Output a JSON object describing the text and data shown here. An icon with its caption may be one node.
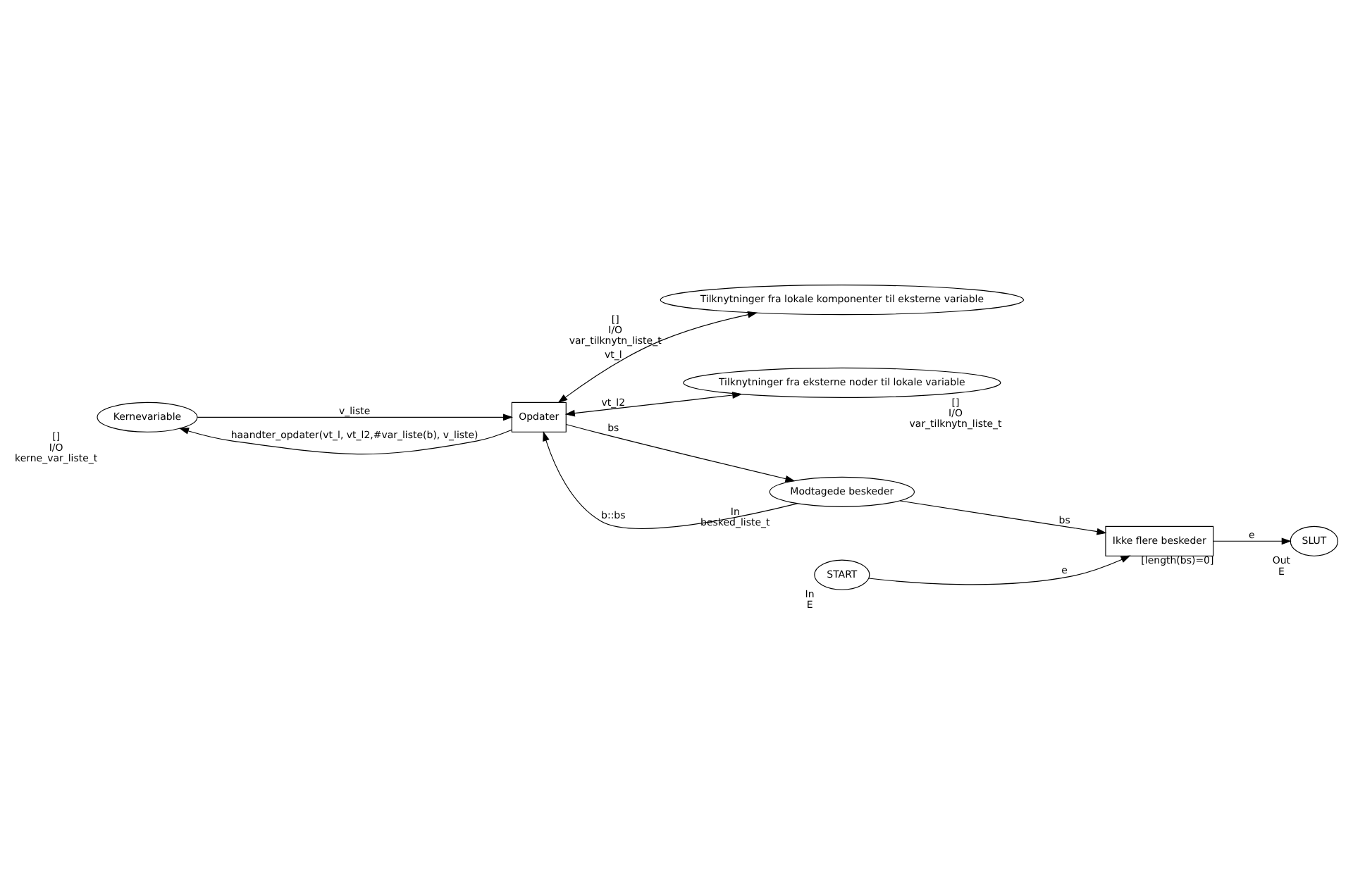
{
  "diagram": {
    "nodes": [
      {
        "text": [
          "Kernevariable"
        ],
        "beside": [
          "[]",
          "I/O",
          "kerne_var_liste_t"
        ]
      },
      {
        "text": [
          "Tilknytninger fra lokale komponenter til eksterne variable"
        ],
        "beside": [
          "[]",
          "I/O",
          "var_tilknytn_liste_t"
        ]
      },
      {
        "text": [
          "Opdater"
        ]
      },
      {
        "text": [
          "Tilknytninger fra eksterne noder til lokale variable"
        ],
        "beside": [
          "[]",
          "I/O",
          "var_tilknytn_liste_t"
        ]
      },
      {
        "text": [
          "Modtagede beskeder"
        ],
        "beside": [
          "In",
          "besked_liste_t"
        ]
      },
      {
        "text": [
          "START"
        ],
        "beside": [
          "In",
          "E"
        ]
      },
      {
        "text": [
          "Ikke flere beskeder"
        ],
        "beside": [
          "[length(bs)=0]"
        ]
      },
      {
        "text": [
          "SLUT"
        ],
        "beside": [
          "Out",
          "E"
        ]
      }
    ],
    "edges": [
      {
        "from": 0,
        "to": 2,
        "arrow": "to",
        "label": "v_liste"
      },
      {
        "from": 2,
        "to": 0,
        "arrow": "to",
        "label": "haandter_opdater(vt_l, vt_l2,#var_liste(b), v_liste)"
      },
      {
        "from": 2,
        "to": 1,
        "arrow": "both",
        "label": "vt_l"
      },
      {
        "from": 2,
        "to": 3,
        "arrow": "both",
        "label": "vt_l2"
      },
      {
        "from": 4,
        "to": 2,
        "arrow": "to",
        "label": "b::bs"
      },
      {
        "from": 2,
        "to": 4,
        "arrow": "to",
        "label": "bs"
      },
      {
        "from": 4,
        "to": 6,
        "arrow": "to",
        "label": "bs"
      },
      {
        "from": 5,
        "to": 6,
        "arrow": "to",
        "label": "e"
      },
      {
        "from": 6,
        "to": 7,
        "arrow": "to",
        "label": "e"
      }
    ]
  }
}
